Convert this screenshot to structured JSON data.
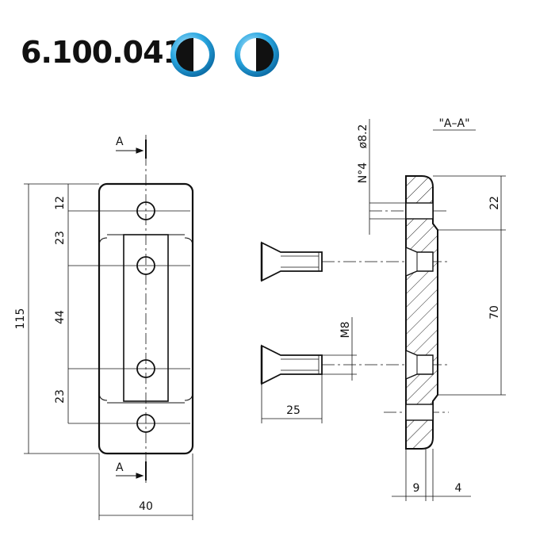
{
  "header": {
    "part_number": "6.100.041",
    "icon_left": "half-circle-icon",
    "icon_right": "half-circle-icon",
    "icon_color": "#2aa7e0"
  },
  "front_view": {
    "section_mark_top": "A",
    "section_mark_bottom": "A",
    "dim_12": "12",
    "dim_23_top": "23",
    "dim_44": "44",
    "dim_23_bottom": "23",
    "dim_115": "115",
    "dim_40": "40"
  },
  "screw": {
    "thread": "M8",
    "length": "25"
  },
  "section_view": {
    "title": "\"A–A\"",
    "hole_spec_count": "N°4",
    "hole_spec_diameter": "ø8.2",
    "dim_22": "22",
    "dim_70": "70",
    "dim_9": "9",
    "dim_4": "4"
  }
}
